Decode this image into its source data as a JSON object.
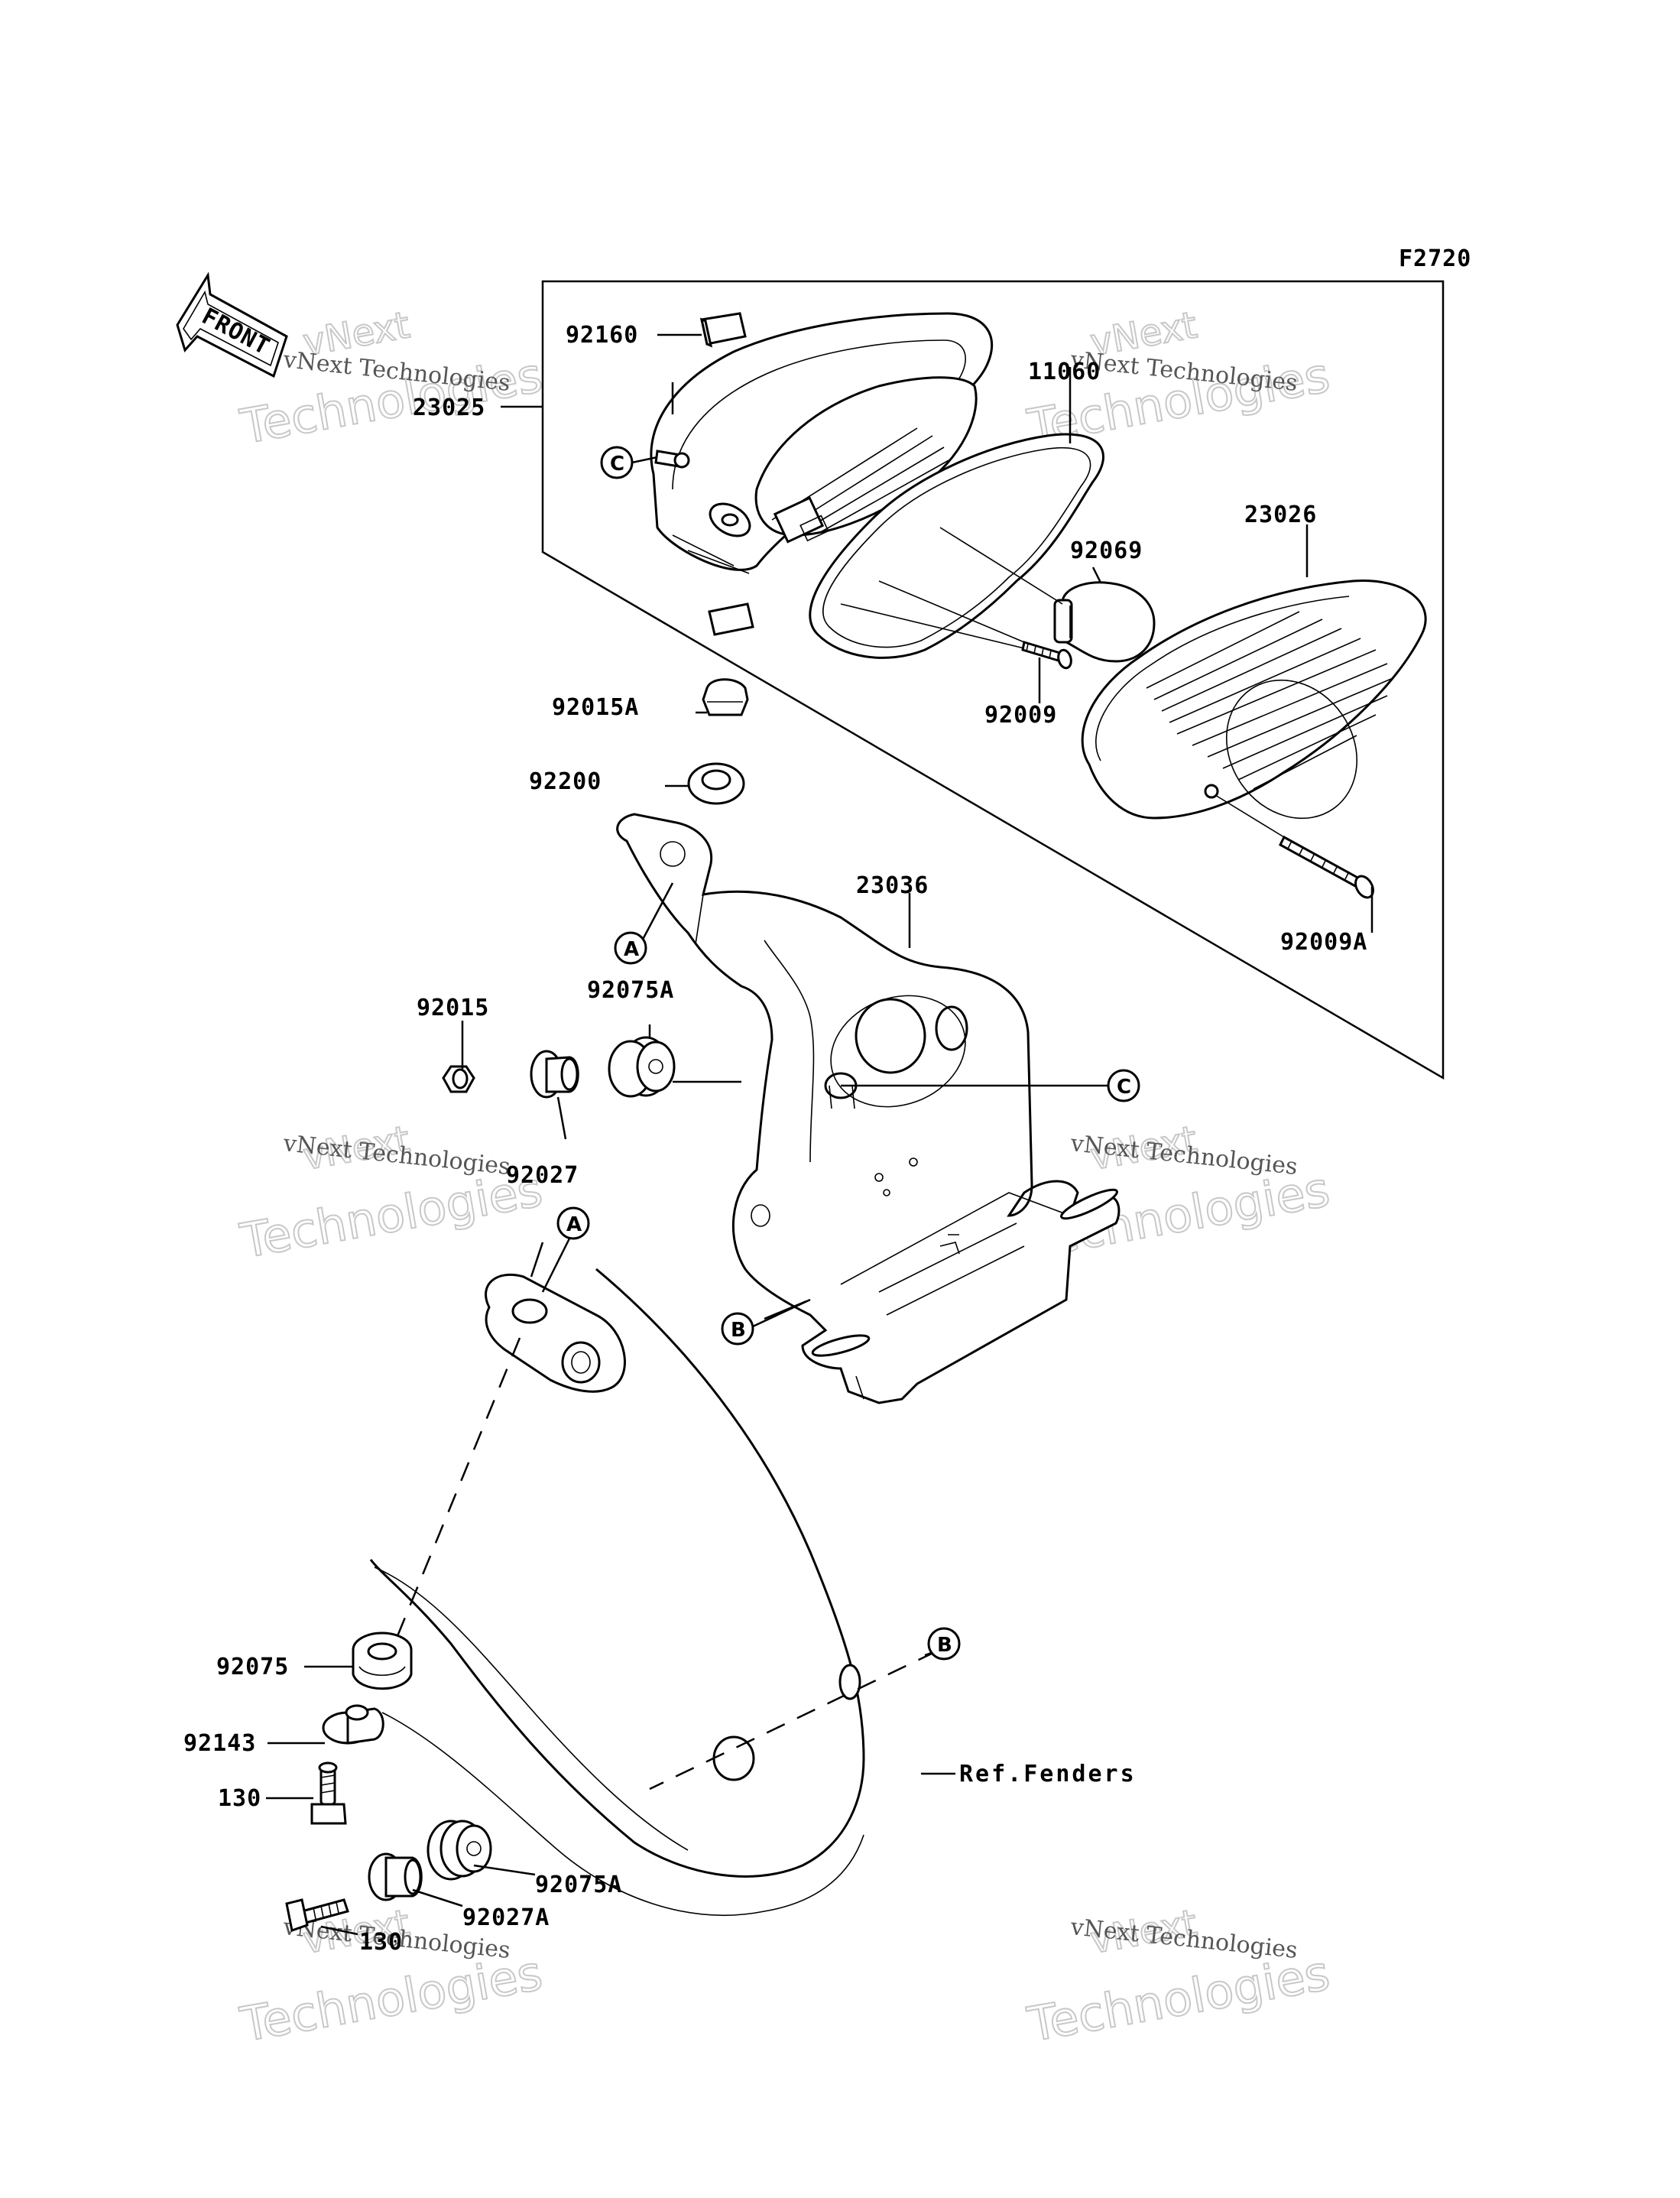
{
  "figure_code": "F2720",
  "front_label": "FRONT",
  "reference": "Ref.Fenders",
  "parts": {
    "p92160": "92160",
    "p23025": "23025",
    "p11060": "11060",
    "p23026": "23026",
    "p92069": "92069",
    "p92009": "92009",
    "p92015A": "92015A",
    "p92200": "92200",
    "p23036": "23036",
    "p92009A": "92009A",
    "p92015": "92015",
    "p92075A_top": "92075A",
    "p92027": "92027",
    "p92075": "92075",
    "p92143": "92143",
    "p130_top": "130",
    "p92075A_bot": "92075A",
    "p92027A": "92027A",
    "p130_bot": "130"
  },
  "connectors": {
    "c_left": "C",
    "c_right": "C",
    "a_upper": "A",
    "a_lower": "A",
    "b_left": "B",
    "b_right": "B"
  },
  "watermark": {
    "brand": "vNext Technologies",
    "line1": "vNext",
    "line2": "Technologies"
  }
}
